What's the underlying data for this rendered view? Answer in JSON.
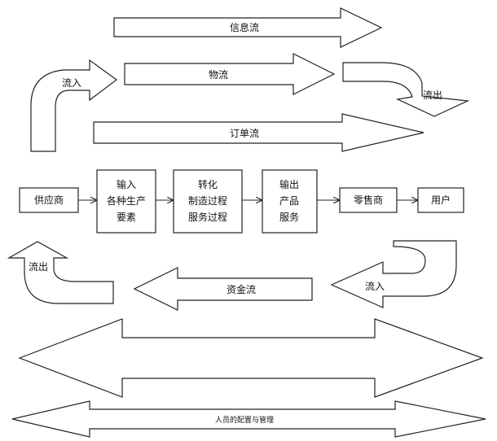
{
  "flows": {
    "information": "信息流",
    "goods": "物流",
    "orders": "订单流",
    "funds": "资金流",
    "personnel": "人员的配置与管理"
  },
  "bends": {
    "top_in": "流入",
    "top_out": "流出",
    "bottom_in": "流入",
    "bottom_out": "流出"
  },
  "chain": {
    "supplier": "供应商",
    "input": [
      "输入",
      "各种生产",
      "要素"
    ],
    "transform": [
      "转化",
      "制造过程",
      "服务过程"
    ],
    "output": [
      "输出",
      "产品",
      "服务"
    ],
    "retailer": "零售商",
    "user": "用户"
  }
}
